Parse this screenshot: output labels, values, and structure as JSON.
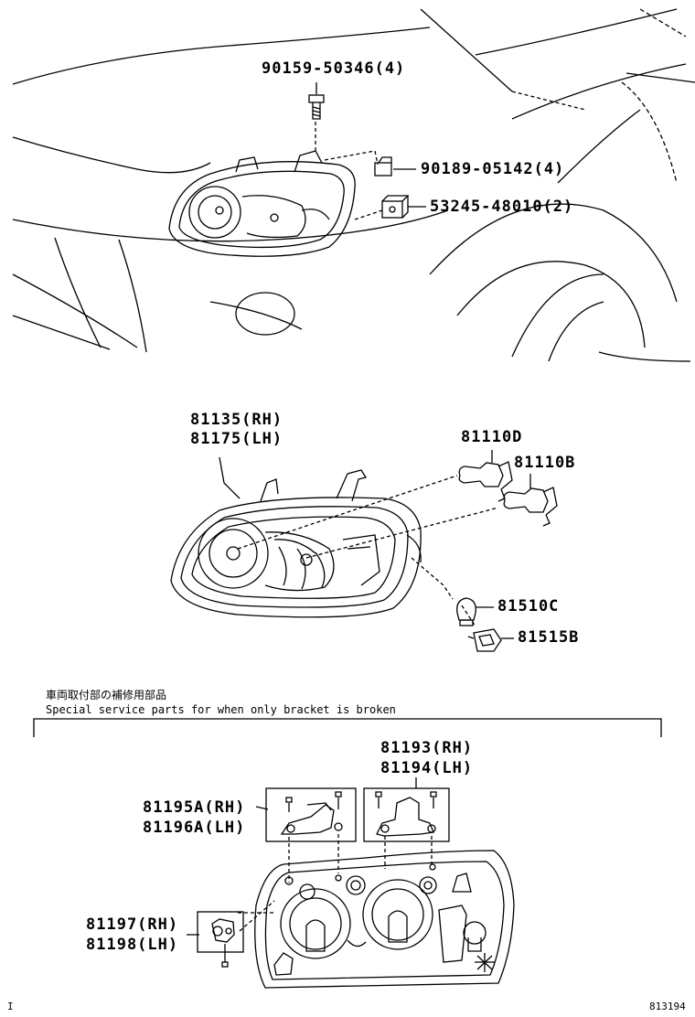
{
  "labels": {
    "bolt": "90159-50346(4)",
    "nut": "90189-05142(4)",
    "clip": "53245-48010(2)",
    "unit_rh": "81135(RH)",
    "unit_lh": "81175(LH)",
    "bulb_d": "81110D",
    "bulb_b": "81110B",
    "bulb_c": "81510C",
    "socket_b": "81515B",
    "bracket_top_rh": "81193(RH)",
    "bracket_top_lh": "81194(LH)",
    "bracket_mid_rh": "81195A(RH)",
    "bracket_mid_lh": "81196A(LH)",
    "bracket_low_rh": "81197(RH)",
    "bracket_low_lh": "81198(LH)"
  },
  "note": {
    "japanese": "車両取付部の補修用部品",
    "english": "Special service parts for when only bracket is broken"
  },
  "footer": {
    "left_mark": "I",
    "figure_number": "813194"
  }
}
